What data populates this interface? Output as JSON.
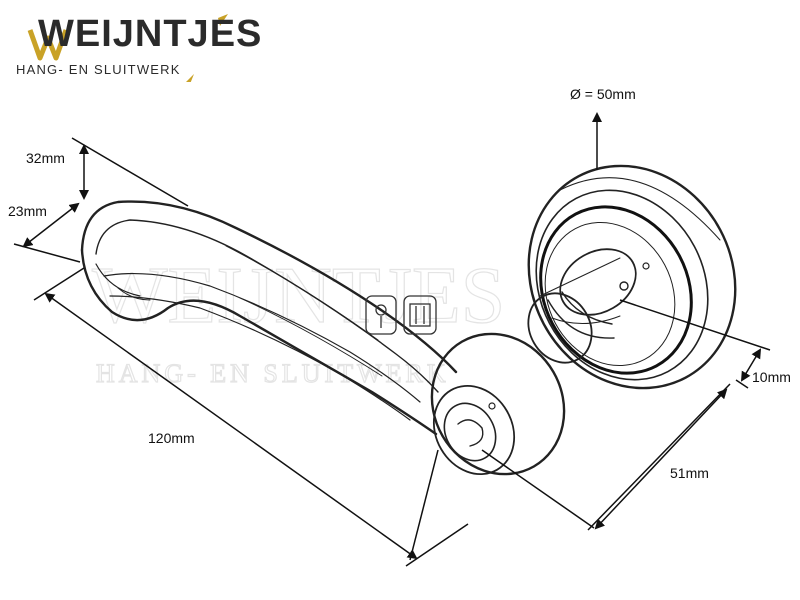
{
  "brand": {
    "name": "WEIJNTJES",
    "tagline": "HANG- EN SLUITWERK",
    "accent_color": "#c9a227",
    "text_color": "#2b2b2b"
  },
  "watermark": {
    "name": "WEIJNTJES",
    "tagline": "HANG- EN SLUITWERK"
  },
  "dimensions": {
    "rose_diameter": "Ø = 50mm",
    "grip_height": "32mm",
    "grip_width": "23mm",
    "handle_length": "120mm",
    "projection": "51mm",
    "rose_thickness": "10mm"
  },
  "icons": [
    "lever-handle-drawing",
    "screw-icon",
    "keyhole-icon"
  ]
}
